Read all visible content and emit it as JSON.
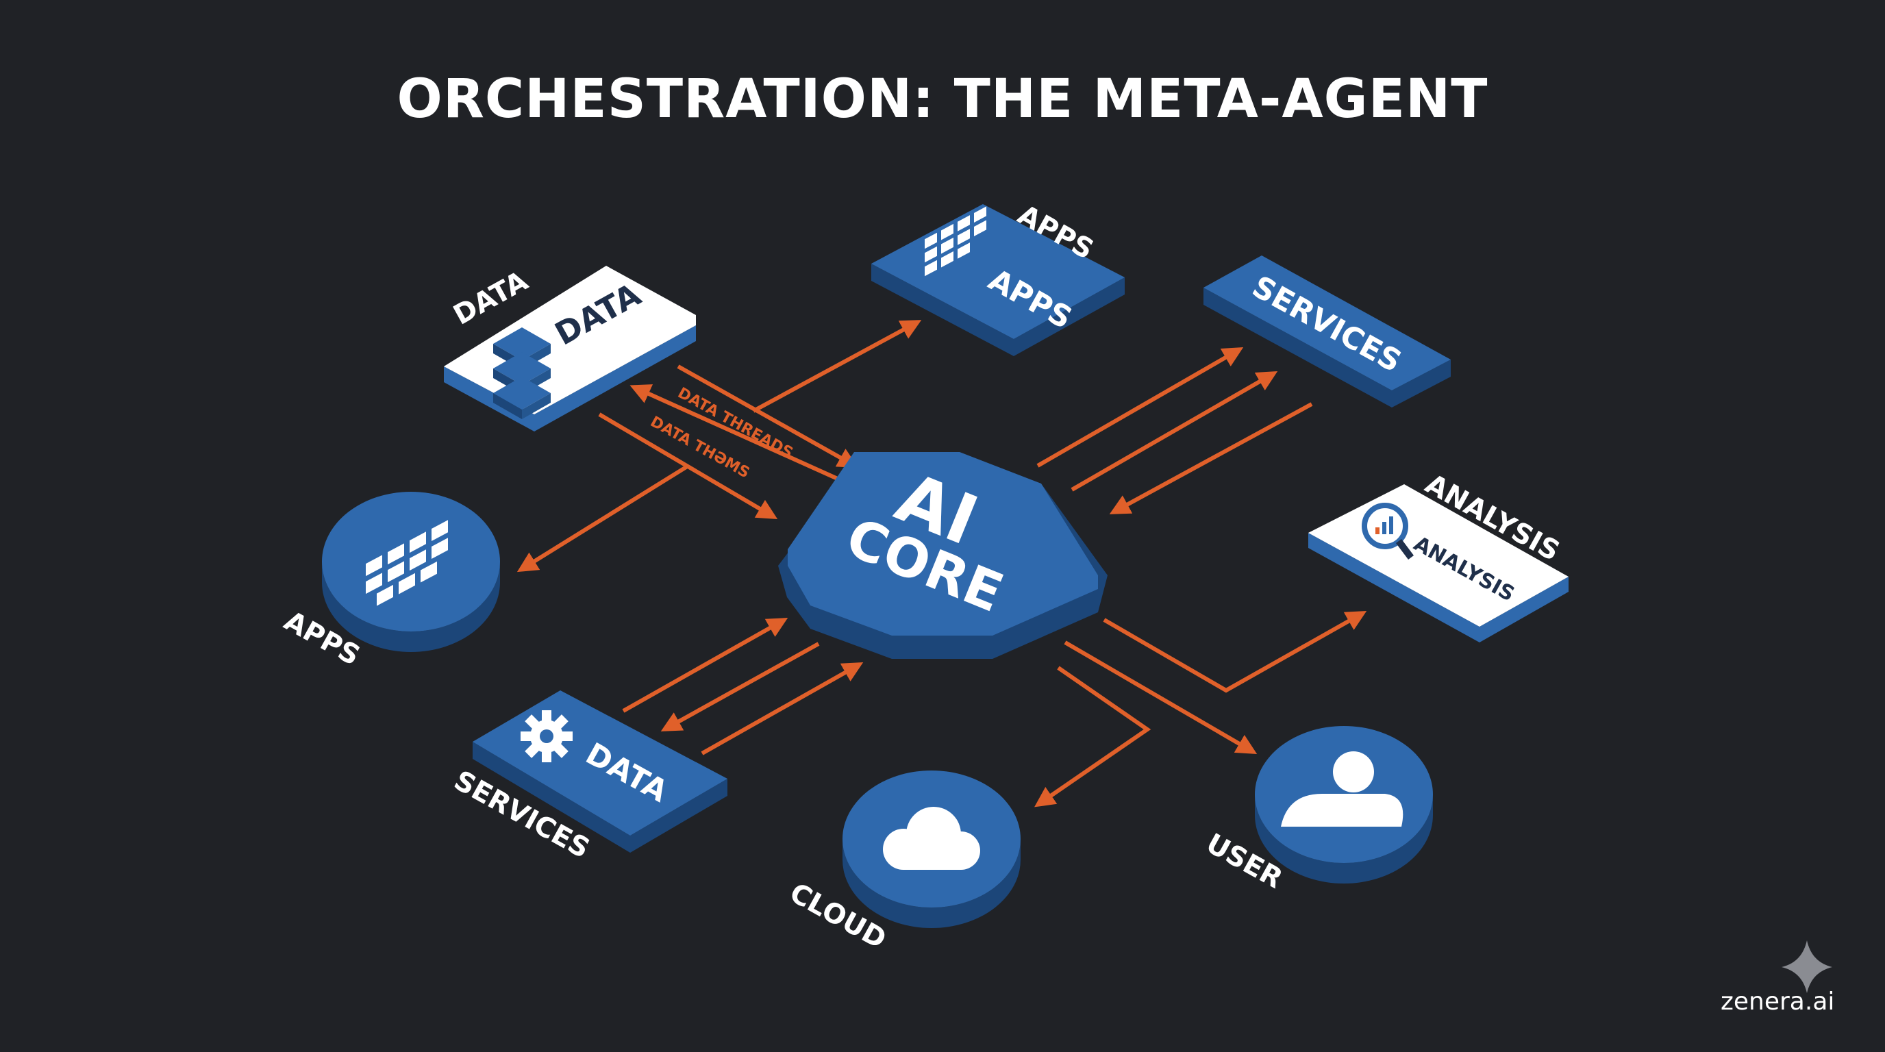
{
  "title": "ORCHESTRATION: THE META-AGENT",
  "core": {
    "line1": "AI",
    "line2": "CORE"
  },
  "nodes": {
    "data_top": {
      "label": "DATA",
      "tile_text": "DATA",
      "icon": "database-stack-icon"
    },
    "apps_top": {
      "label": "APPS",
      "tile_text": "APPS",
      "icon": "grid-icon"
    },
    "services_top": {
      "tile_text": "SERVICES"
    },
    "analysis": {
      "label": "ANALYSIS",
      "tile_text": "ANALYSIS",
      "icon": "magnifier-chart-icon"
    },
    "apps_left": {
      "label": "APPS",
      "icon": "grid-icon"
    },
    "services_bottom": {
      "label": "SERVICES",
      "tile_text": "DATA",
      "icon": "gear-icon"
    },
    "cloud": {
      "label": "CLOUD",
      "icon": "cloud-icon"
    },
    "user": {
      "label": "USER",
      "icon": "user-icon"
    }
  },
  "threads": {
    "upper": "DATA THREADS",
    "lower": "DATA THƏMS"
  },
  "brand": {
    "text": "zenera.ai",
    "icon": "sparkle-icon"
  },
  "colors": {
    "background": "#202226",
    "tile_blue": "#2f69ad",
    "tile_side": "#1c4679",
    "arrow_orange": "#e0602a",
    "white": "#ffffff"
  }
}
